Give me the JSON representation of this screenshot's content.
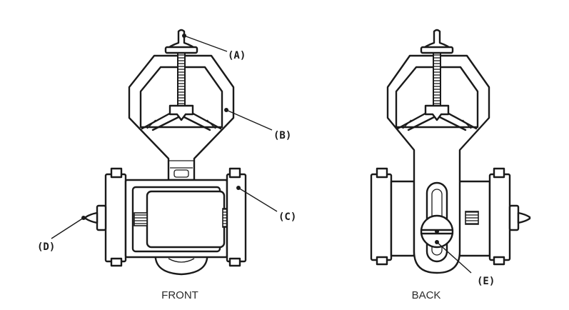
{
  "labels": {
    "a": "(A)",
    "b": "(B)",
    "c": "(C)",
    "d": "(D)",
    "e": "(E)"
  },
  "captions": {
    "front": "FRONT",
    "back": "BACK"
  }
}
